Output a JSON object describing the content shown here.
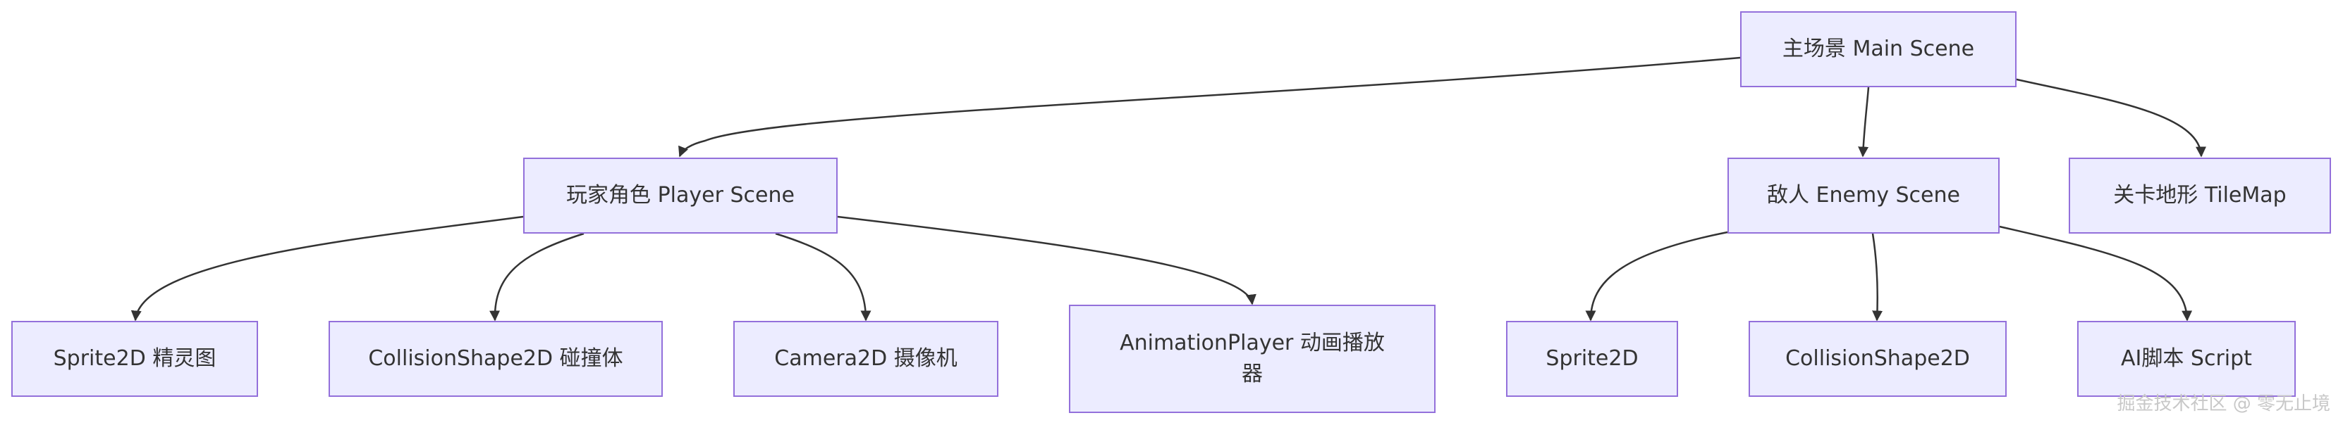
{
  "diagram": {
    "nodes": {
      "main": "主场景 Main Scene",
      "player": "玩家角色 Player Scene",
      "enemy": "敌人 Enemy Scene",
      "tilemap": "关卡地形 TileMap",
      "p_sprite": "Sprite2D 精灵图",
      "p_collision": "CollisionShape2D 碰撞体",
      "p_camera": "Camera2D 摄像机",
      "p_anim": "AnimationPlayer 动画播放器",
      "e_sprite": "Sprite2D",
      "e_collision": "CollisionShape2D",
      "e_ai": "AI脚本 Script"
    },
    "edges": [
      [
        "main",
        "player"
      ],
      [
        "main",
        "enemy"
      ],
      [
        "main",
        "tilemap"
      ],
      [
        "player",
        "p_sprite"
      ],
      [
        "player",
        "p_collision"
      ],
      [
        "player",
        "p_camera"
      ],
      [
        "player",
        "p_anim"
      ],
      [
        "enemy",
        "e_sprite"
      ],
      [
        "enemy",
        "e_collision"
      ],
      [
        "enemy",
        "e_ai"
      ]
    ]
  },
  "colors": {
    "node_fill": "#ececff",
    "node_border": "#9370db",
    "edge": "#333333"
  },
  "watermark": "掘金技术社区 @ 零无止境"
}
